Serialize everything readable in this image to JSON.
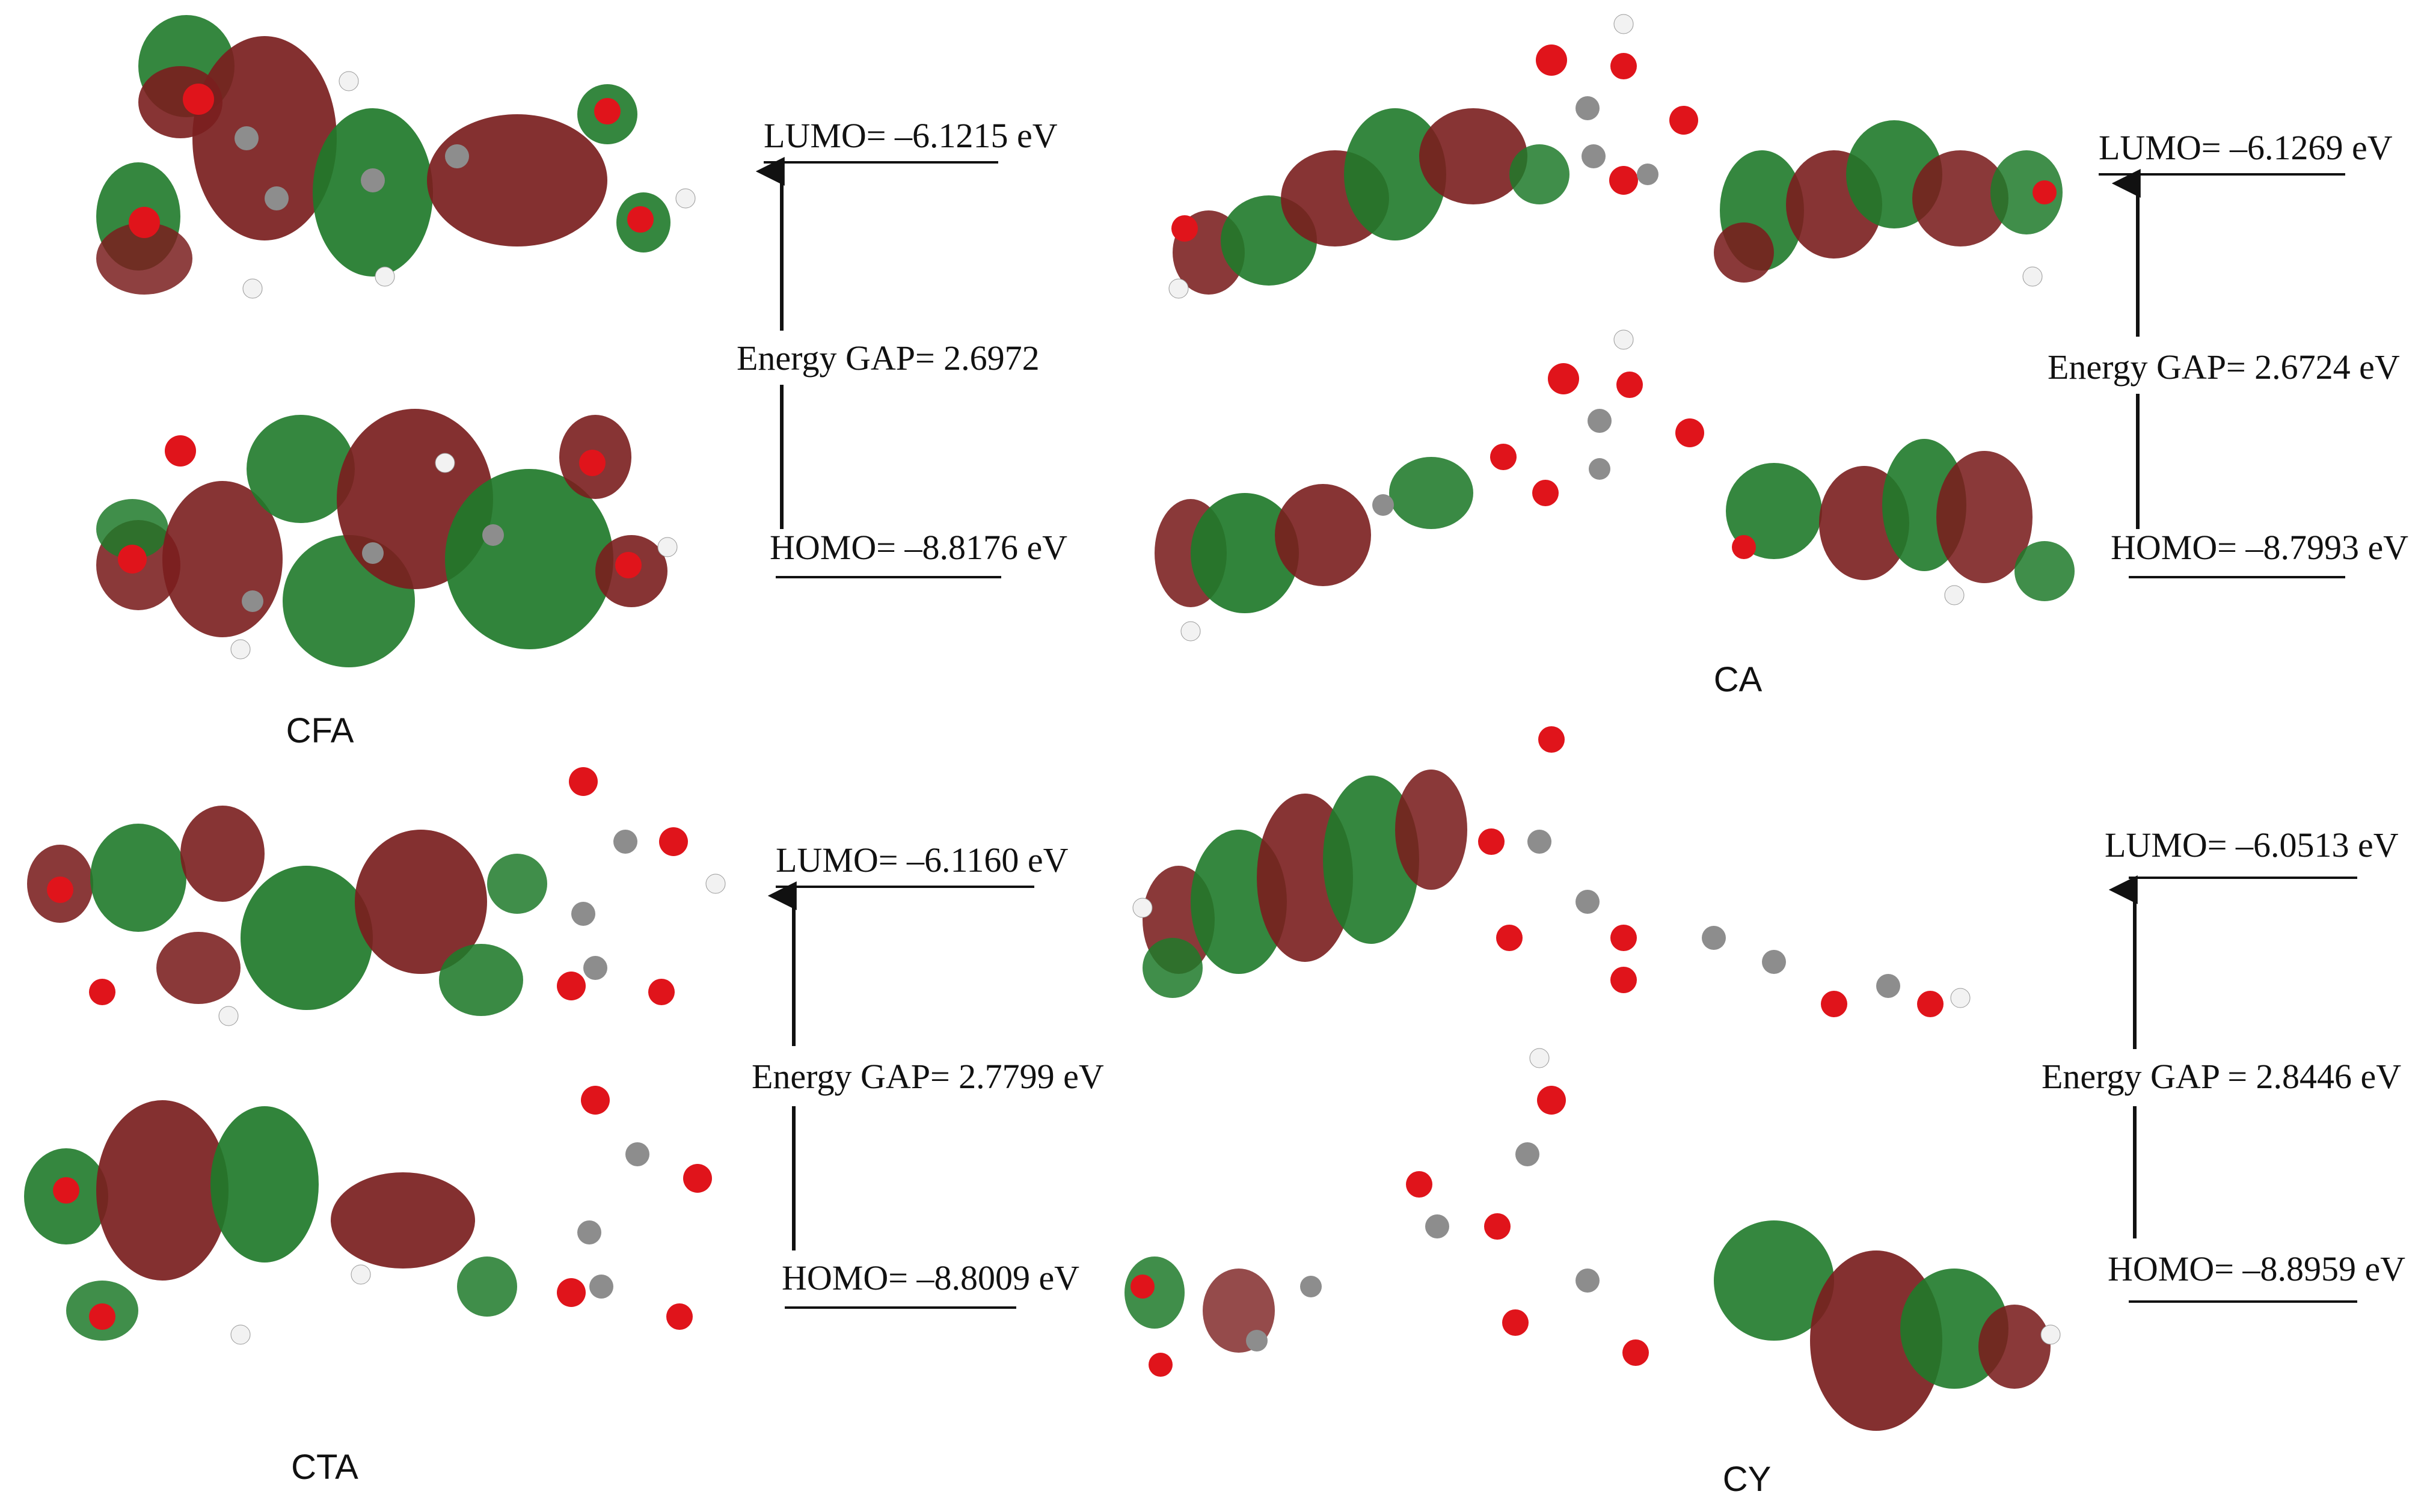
{
  "colors": {
    "orbital_red": "#7a1e1e",
    "orbital_green": "#1f7a2a",
    "oxygen": "#e0141b",
    "carbon": "#8d8d8d",
    "hydrogen": "#f2f2f2",
    "text": "#111111"
  },
  "panels": [
    {
      "name": "CFA",
      "lumo": "LUMO= –6.1215 eV",
      "gap": "Energy GAP= 2.6972",
      "homo": "HOMO= –8.8176 eV"
    },
    {
      "name": "CA",
      "lumo": "LUMO= –6.1269 eV",
      "gap": "Energy GAP= 2.6724 eV",
      "homo": "HOMO= –8.7993 eV"
    },
    {
      "name": "CTA",
      "lumo": "LUMO= –6.1160 eV",
      "gap": "Energy GAP= 2.7799 eV",
      "homo": "HOMO= –8.8009 eV"
    },
    {
      "name": "CY",
      "lumo": "LUMO= –6.0513 eV",
      "gap": "Energy GAP = 2.8446 eV",
      "homo": "HOMO= –8.8959 eV"
    }
  ]
}
